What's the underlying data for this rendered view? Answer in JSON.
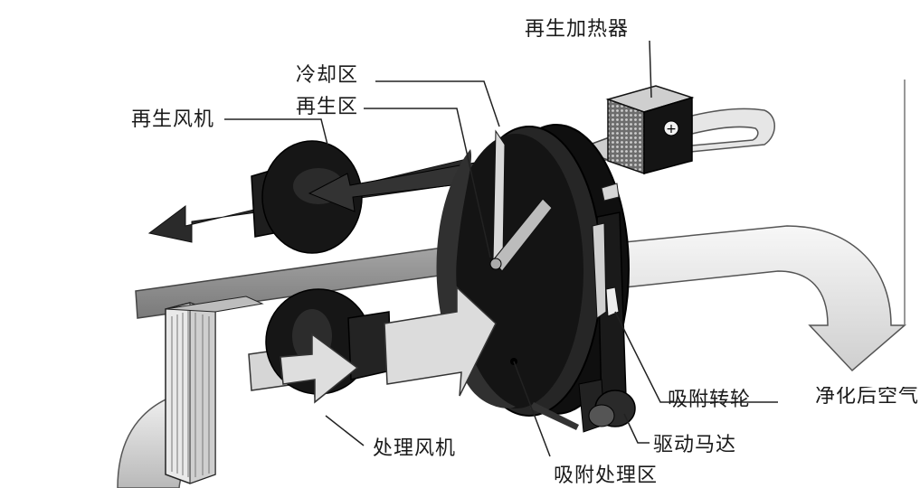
{
  "labels": {
    "regen_heater": "再生加热器",
    "cooling_zone": "冷却区",
    "regen_zone": "再生区",
    "regen_fan": "再生风机",
    "adsorption_wheel": "吸附转轮",
    "clean_air": "净化后空气",
    "process_fan": "处理风机",
    "drive_motor": "驱动马达",
    "adsorption_zone": "吸附处理区"
  },
  "heater_symbol": "⊕",
  "colors": {
    "dark": "#1b1b1b",
    "mid": "#8c8c8c",
    "light": "#d6d6d6",
    "outline": "#333333"
  }
}
